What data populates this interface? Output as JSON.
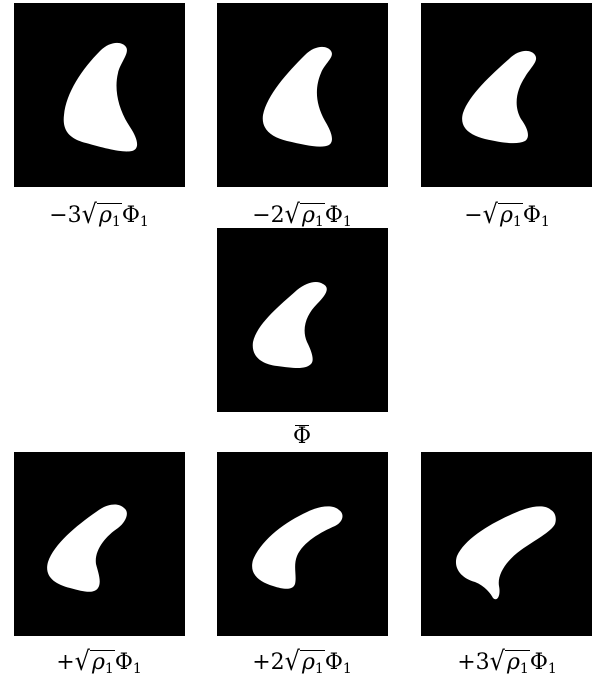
{
  "figure": {
    "shape_color": "#ffffff",
    "background_color": "#000000",
    "panels": [
      {
        "id": "m3",
        "sign": "−",
        "coef": "3",
        "label_tail": "Φ",
        "subscript": "1",
        "radicand_base": "ρ",
        "radicand_sub": "1"
      },
      {
        "id": "m2",
        "sign": "−",
        "coef": "2",
        "label_tail": "Φ",
        "subscript": "1",
        "radicand_base": "ρ",
        "radicand_sub": "1"
      },
      {
        "id": "m1",
        "sign": "−",
        "coef": "",
        "label_tail": "Φ",
        "subscript": "1",
        "radicand_base": "ρ",
        "radicand_sub": "1"
      },
      {
        "id": "mean",
        "mean_label": "Φ"
      },
      {
        "id": "p1",
        "sign": "+",
        "coef": "",
        "label_tail": "Φ",
        "subscript": "1",
        "radicand_base": "ρ",
        "radicand_sub": "1"
      },
      {
        "id": "p2",
        "sign": "+",
        "coef": "2",
        "label_tail": "Φ",
        "subscript": "1",
        "radicand_base": "ρ",
        "radicand_sub": "1"
      },
      {
        "id": "p3",
        "sign": "+",
        "coef": "3",
        "label_tail": "Φ",
        "subscript": "1",
        "radicand_base": "ρ",
        "radicand_sub": "1"
      }
    ]
  }
}
